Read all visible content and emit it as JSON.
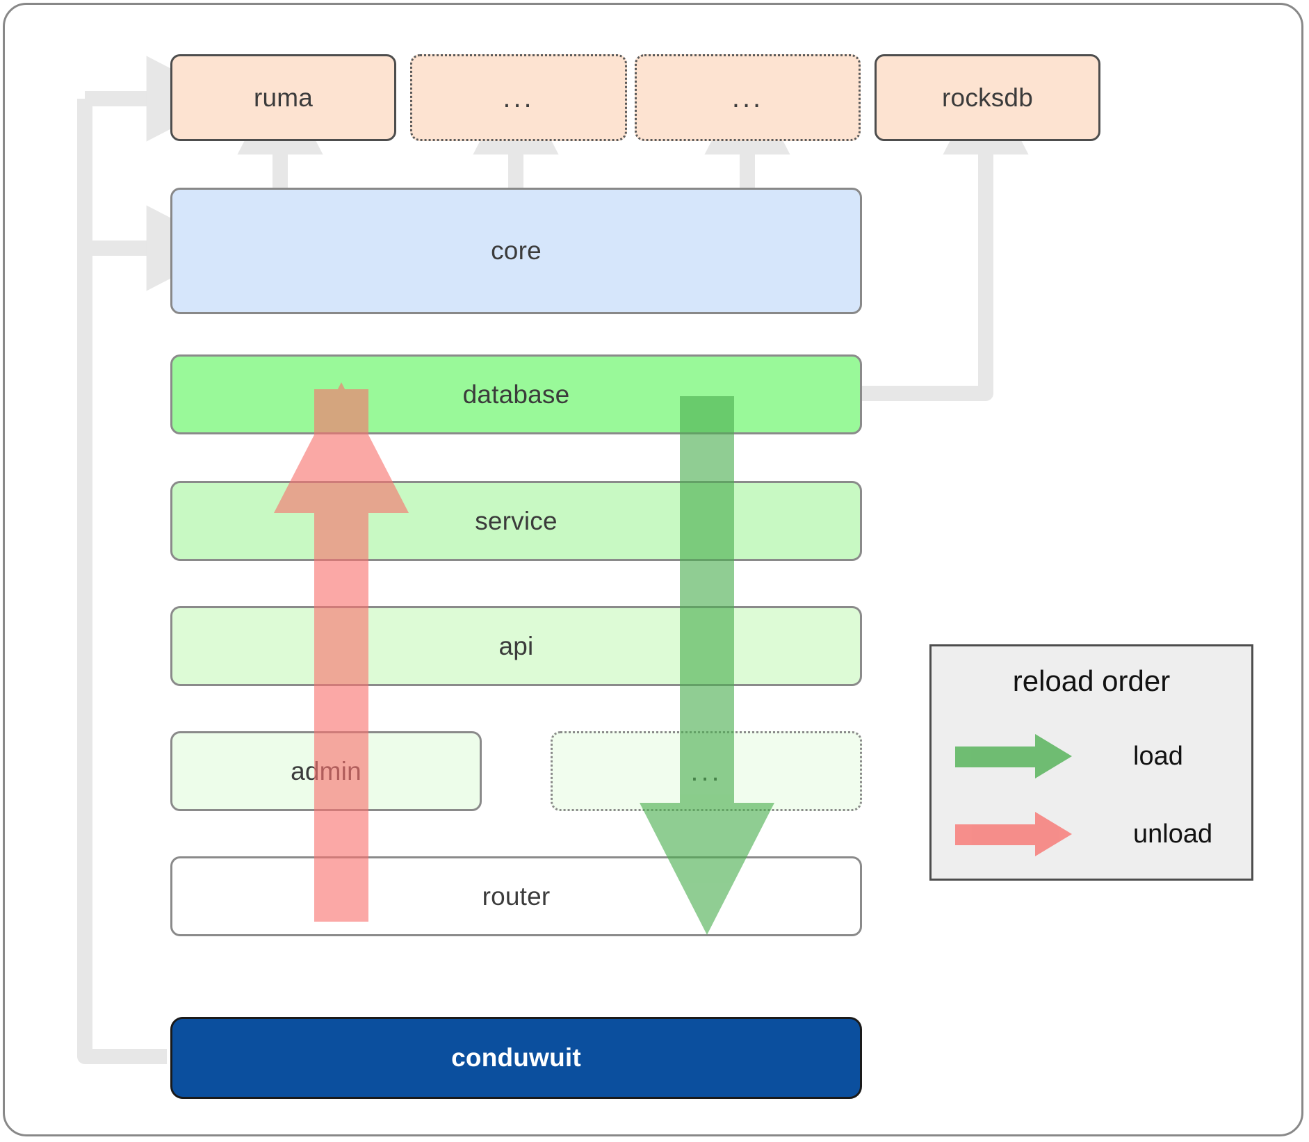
{
  "diagram": {
    "title": "conduwuit crate dependency / reload order diagram",
    "colors": {
      "dependency_fill": "#fde3d1",
      "core_fill": "#d6e6fb",
      "database_fill": "#99f999",
      "service_fill": "#c8f9c3",
      "api_fill": "#ddfbd6",
      "admin_fill": "#edfdea",
      "router_fill": "#ffffff",
      "conduwuit_fill": "#0b4f9e",
      "connector_gray": "#e7e7e7",
      "load_green": "#4caf50",
      "unload_red": "#f8736f",
      "legend_bg": "#eeeeee",
      "border_gray": "#8a8a8a",
      "border_dark": "#4d4d4d"
    },
    "dependencies": [
      {
        "id": "ruma",
        "label": "ruma",
        "style": "solid"
      },
      {
        "id": "dep-a",
        "label": "...",
        "style": "dotted"
      },
      {
        "id": "dep-b",
        "label": "...",
        "style": "dotted"
      },
      {
        "id": "rocksdb",
        "label": "rocksdb",
        "style": "solid"
      }
    ],
    "core": {
      "id": "core",
      "label": "core"
    },
    "layers": [
      {
        "id": "database",
        "label": "database",
        "style": "solid"
      },
      {
        "id": "service",
        "label": "service",
        "style": "solid"
      },
      {
        "id": "api",
        "label": "api",
        "style": "solid"
      },
      {
        "id": "admin",
        "label": "admin",
        "style": "solid"
      },
      {
        "id": "extra",
        "label": "...",
        "style": "dotted"
      },
      {
        "id": "router",
        "label": "router",
        "style": "solid"
      }
    ],
    "binary": {
      "id": "conduwuit",
      "label": "conduwuit"
    },
    "legend": {
      "title": "reload order",
      "entries": [
        {
          "id": "load",
          "label": "load",
          "color": "#4caf50"
        },
        {
          "id": "unload",
          "label": "unload",
          "color": "#f8736f"
        }
      ]
    }
  }
}
